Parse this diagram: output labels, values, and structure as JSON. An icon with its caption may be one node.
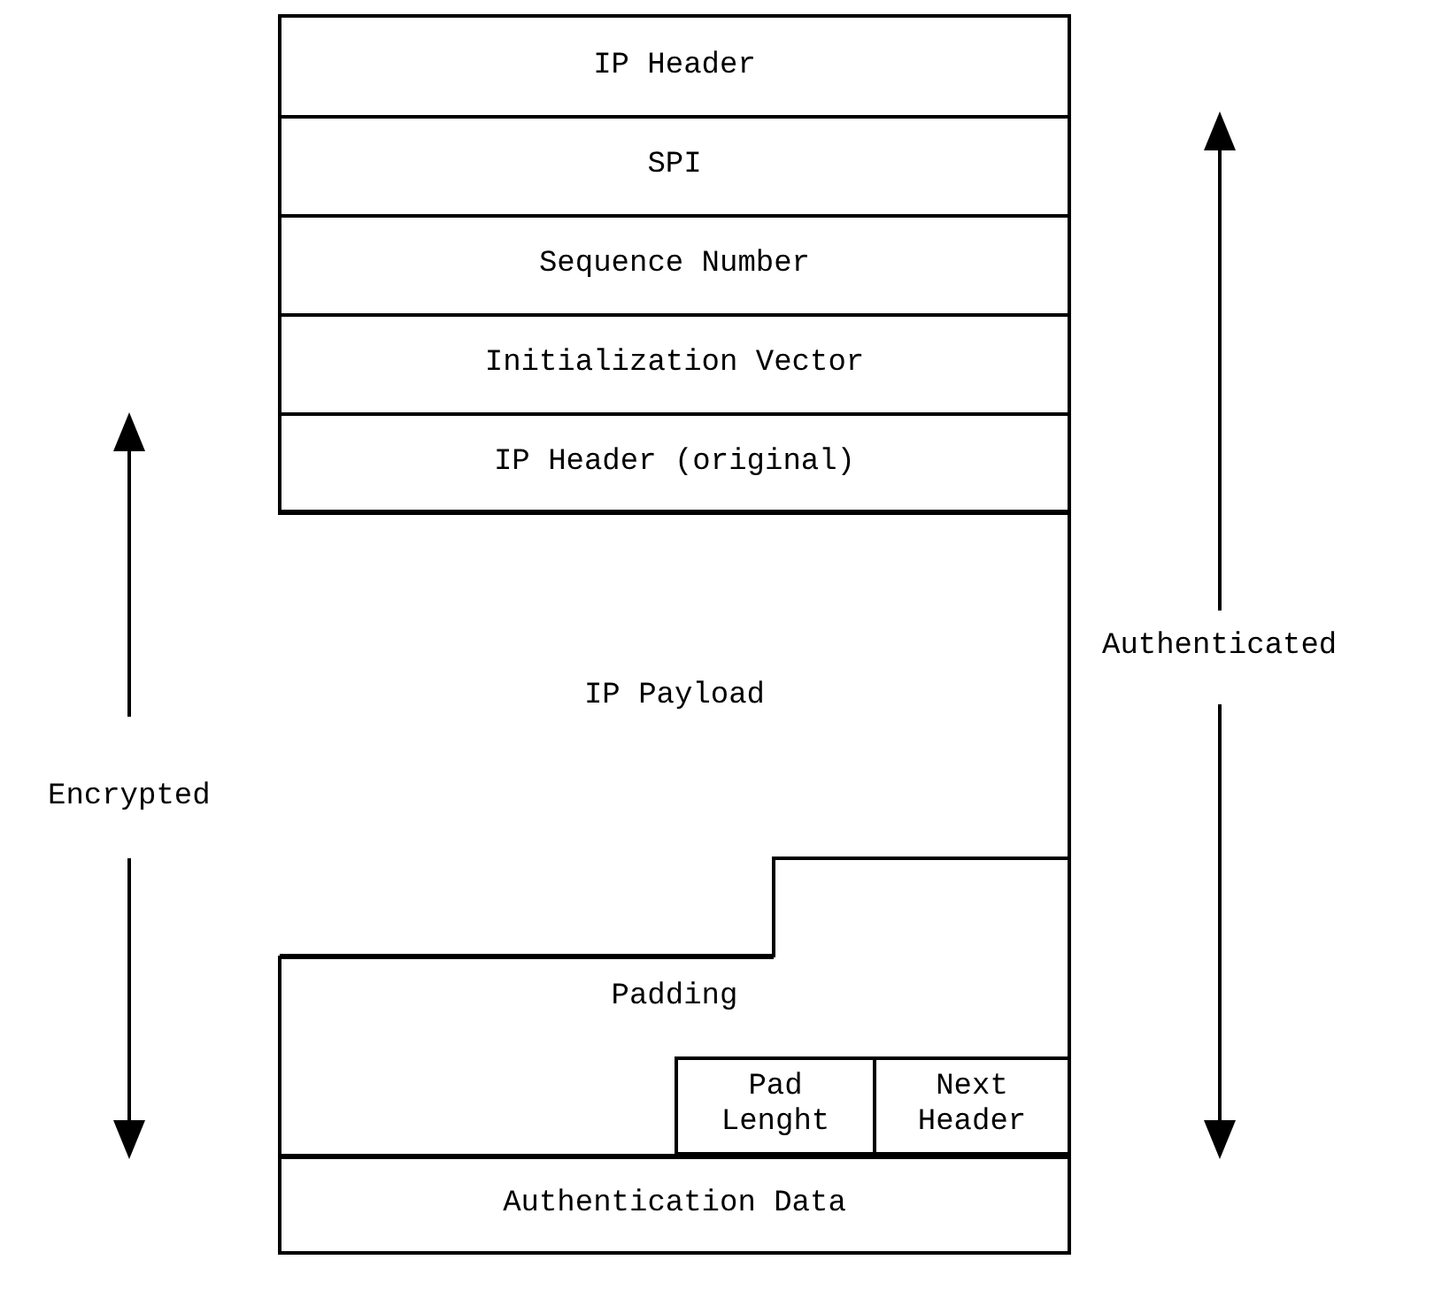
{
  "diagram": {
    "nodes": [
      {
        "text": [
          "IP Header"
        ]
      },
      {
        "text": [
          "SPI"
        ]
      },
      {
        "text": [
          "Sequence Number"
        ]
      },
      {
        "text": [
          "Initialization Vector"
        ]
      },
      {
        "text": [
          "IP Header (original)"
        ]
      },
      {
        "text": [
          "IP Payload"
        ]
      },
      {
        "text": [
          "Padding"
        ]
      },
      {
        "text": [
          "Pad Lenght"
        ],
        "in": 6
      },
      {
        "text": [
          "Next Header"
        ],
        "in": 6
      },
      {
        "text": [
          "Authentication Data"
        ]
      }
    ],
    "edges": [],
    "labels": [
      "Authenticated",
      "Encrypted"
    ]
  }
}
